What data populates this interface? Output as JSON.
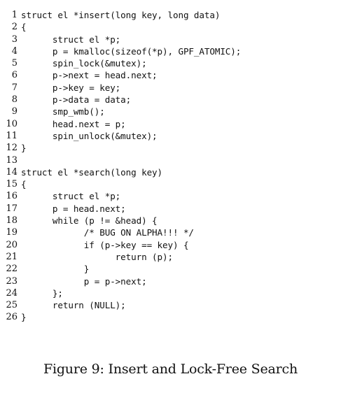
{
  "listing": {
    "lines": [
      {
        "num": "1",
        "code": "struct el *insert(long key, long data)"
      },
      {
        "num": "2",
        "code": "{"
      },
      {
        "num": "3",
        "code": "      struct el *p;"
      },
      {
        "num": "4",
        "code": "      p = kmalloc(sizeof(*p), GPF_ATOMIC);"
      },
      {
        "num": "5",
        "code": "      spin_lock(&mutex);"
      },
      {
        "num": "6",
        "code": "      p->next = head.next;"
      },
      {
        "num": "7",
        "code": "      p->key = key;"
      },
      {
        "num": "8",
        "code": "      p->data = data;"
      },
      {
        "num": "9",
        "code": "      smp_wmb();"
      },
      {
        "num": "10",
        "code": "      head.next = p;"
      },
      {
        "num": "11",
        "code": "      spin_unlock(&mutex);"
      },
      {
        "num": "12",
        "code": "}"
      },
      {
        "num": "13",
        "code": ""
      },
      {
        "num": "14",
        "code": "struct el *search(long key)"
      },
      {
        "num": "15",
        "code": "{"
      },
      {
        "num": "16",
        "code": "      struct el *p;"
      },
      {
        "num": "17",
        "code": "      p = head.next;"
      },
      {
        "num": "18",
        "code": "      while (p != &head) {"
      },
      {
        "num": "19",
        "code": "            /* BUG ON ALPHA!!! */"
      },
      {
        "num": "20",
        "code": "            if (p->key == key) {"
      },
      {
        "num": "21",
        "code": "                  return (p);"
      },
      {
        "num": "22",
        "code": "            }"
      },
      {
        "num": "23",
        "code": "            p = p->next;"
      },
      {
        "num": "24",
        "code": "      };"
      },
      {
        "num": "25",
        "code": "      return (NULL);"
      },
      {
        "num": "26",
        "code": "}"
      }
    ]
  },
  "caption": "Figure 9: Insert and Lock-Free Search"
}
